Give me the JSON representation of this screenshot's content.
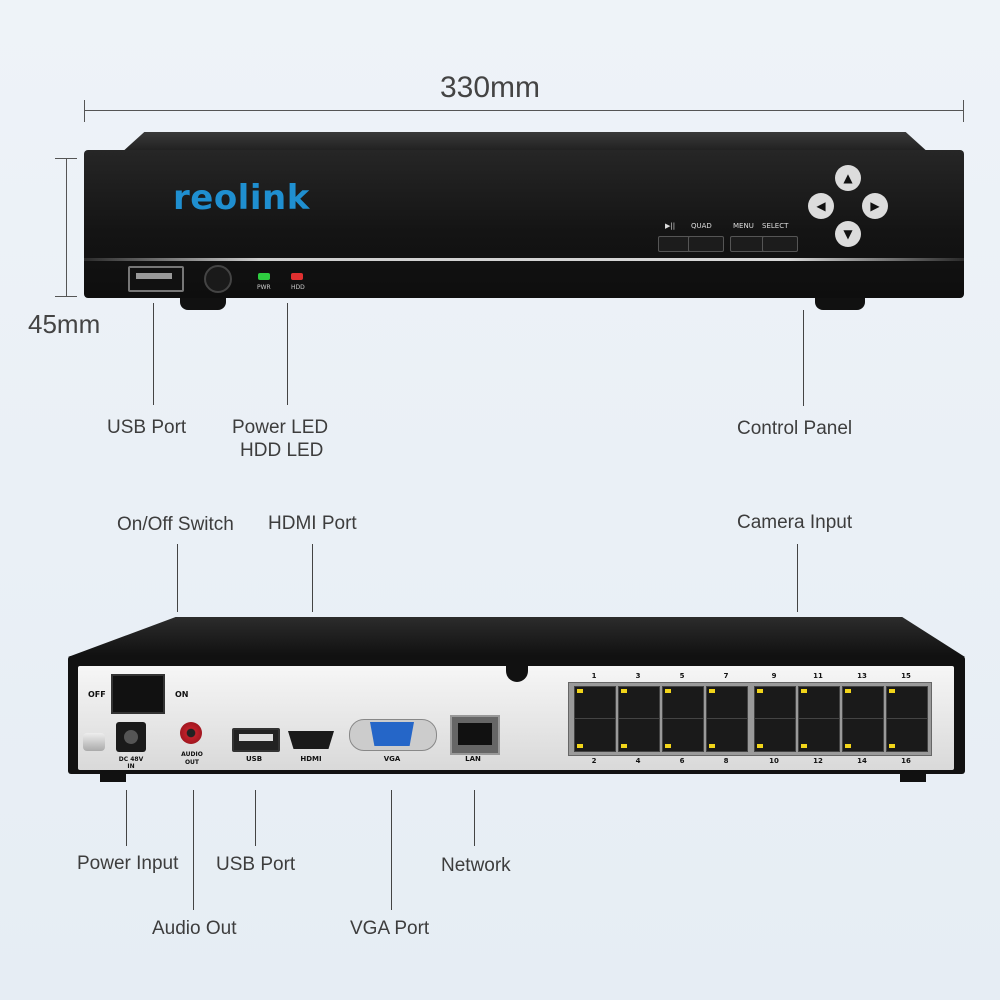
{
  "dimensions": {
    "width_label": "330mm",
    "height_label": "45mm"
  },
  "front": {
    "brand": "reolink",
    "led_labels": {
      "power": "PWR",
      "hdd": "HDD"
    },
    "control_buttons": [
      "▶||",
      "QUAD",
      "MENU",
      "SELECT"
    ],
    "arrows": [
      "▲",
      "◀",
      "▶",
      "▼"
    ],
    "led_colors": {
      "power": "#2ecc40",
      "hdd": "#e03030"
    }
  },
  "rear": {
    "switch_off": "OFF",
    "switch_on": "ON",
    "dc_label_1": "DC 48V",
    "dc_label_2": "IN",
    "audio_label_1": "AUDIO",
    "audio_label_2": "OUT",
    "usb_label": "USB",
    "hdmi_label": "HDMI",
    "vga_label": "VGA",
    "lan_label": "LAN",
    "top_port_numbers": [
      "1",
      "3",
      "5",
      "7",
      "9",
      "11",
      "13",
      "15"
    ],
    "bottom_port_numbers": [
      "2",
      "4",
      "6",
      "8",
      "10",
      "12",
      "14",
      "16"
    ]
  },
  "callouts": {
    "usb_port_front": "USB Port",
    "power_led": "Power LED",
    "hdd_led": "HDD LED",
    "control_panel": "Control Panel",
    "on_off_switch": "On/Off Switch",
    "hdmi_port": "HDMI Port",
    "camera_input": "Camera Input",
    "power_input": "Power Input",
    "audio_out": "Audio Out",
    "usb_port_rear": "USB Port",
    "vga_port": "VGA Port",
    "network": "Network"
  }
}
